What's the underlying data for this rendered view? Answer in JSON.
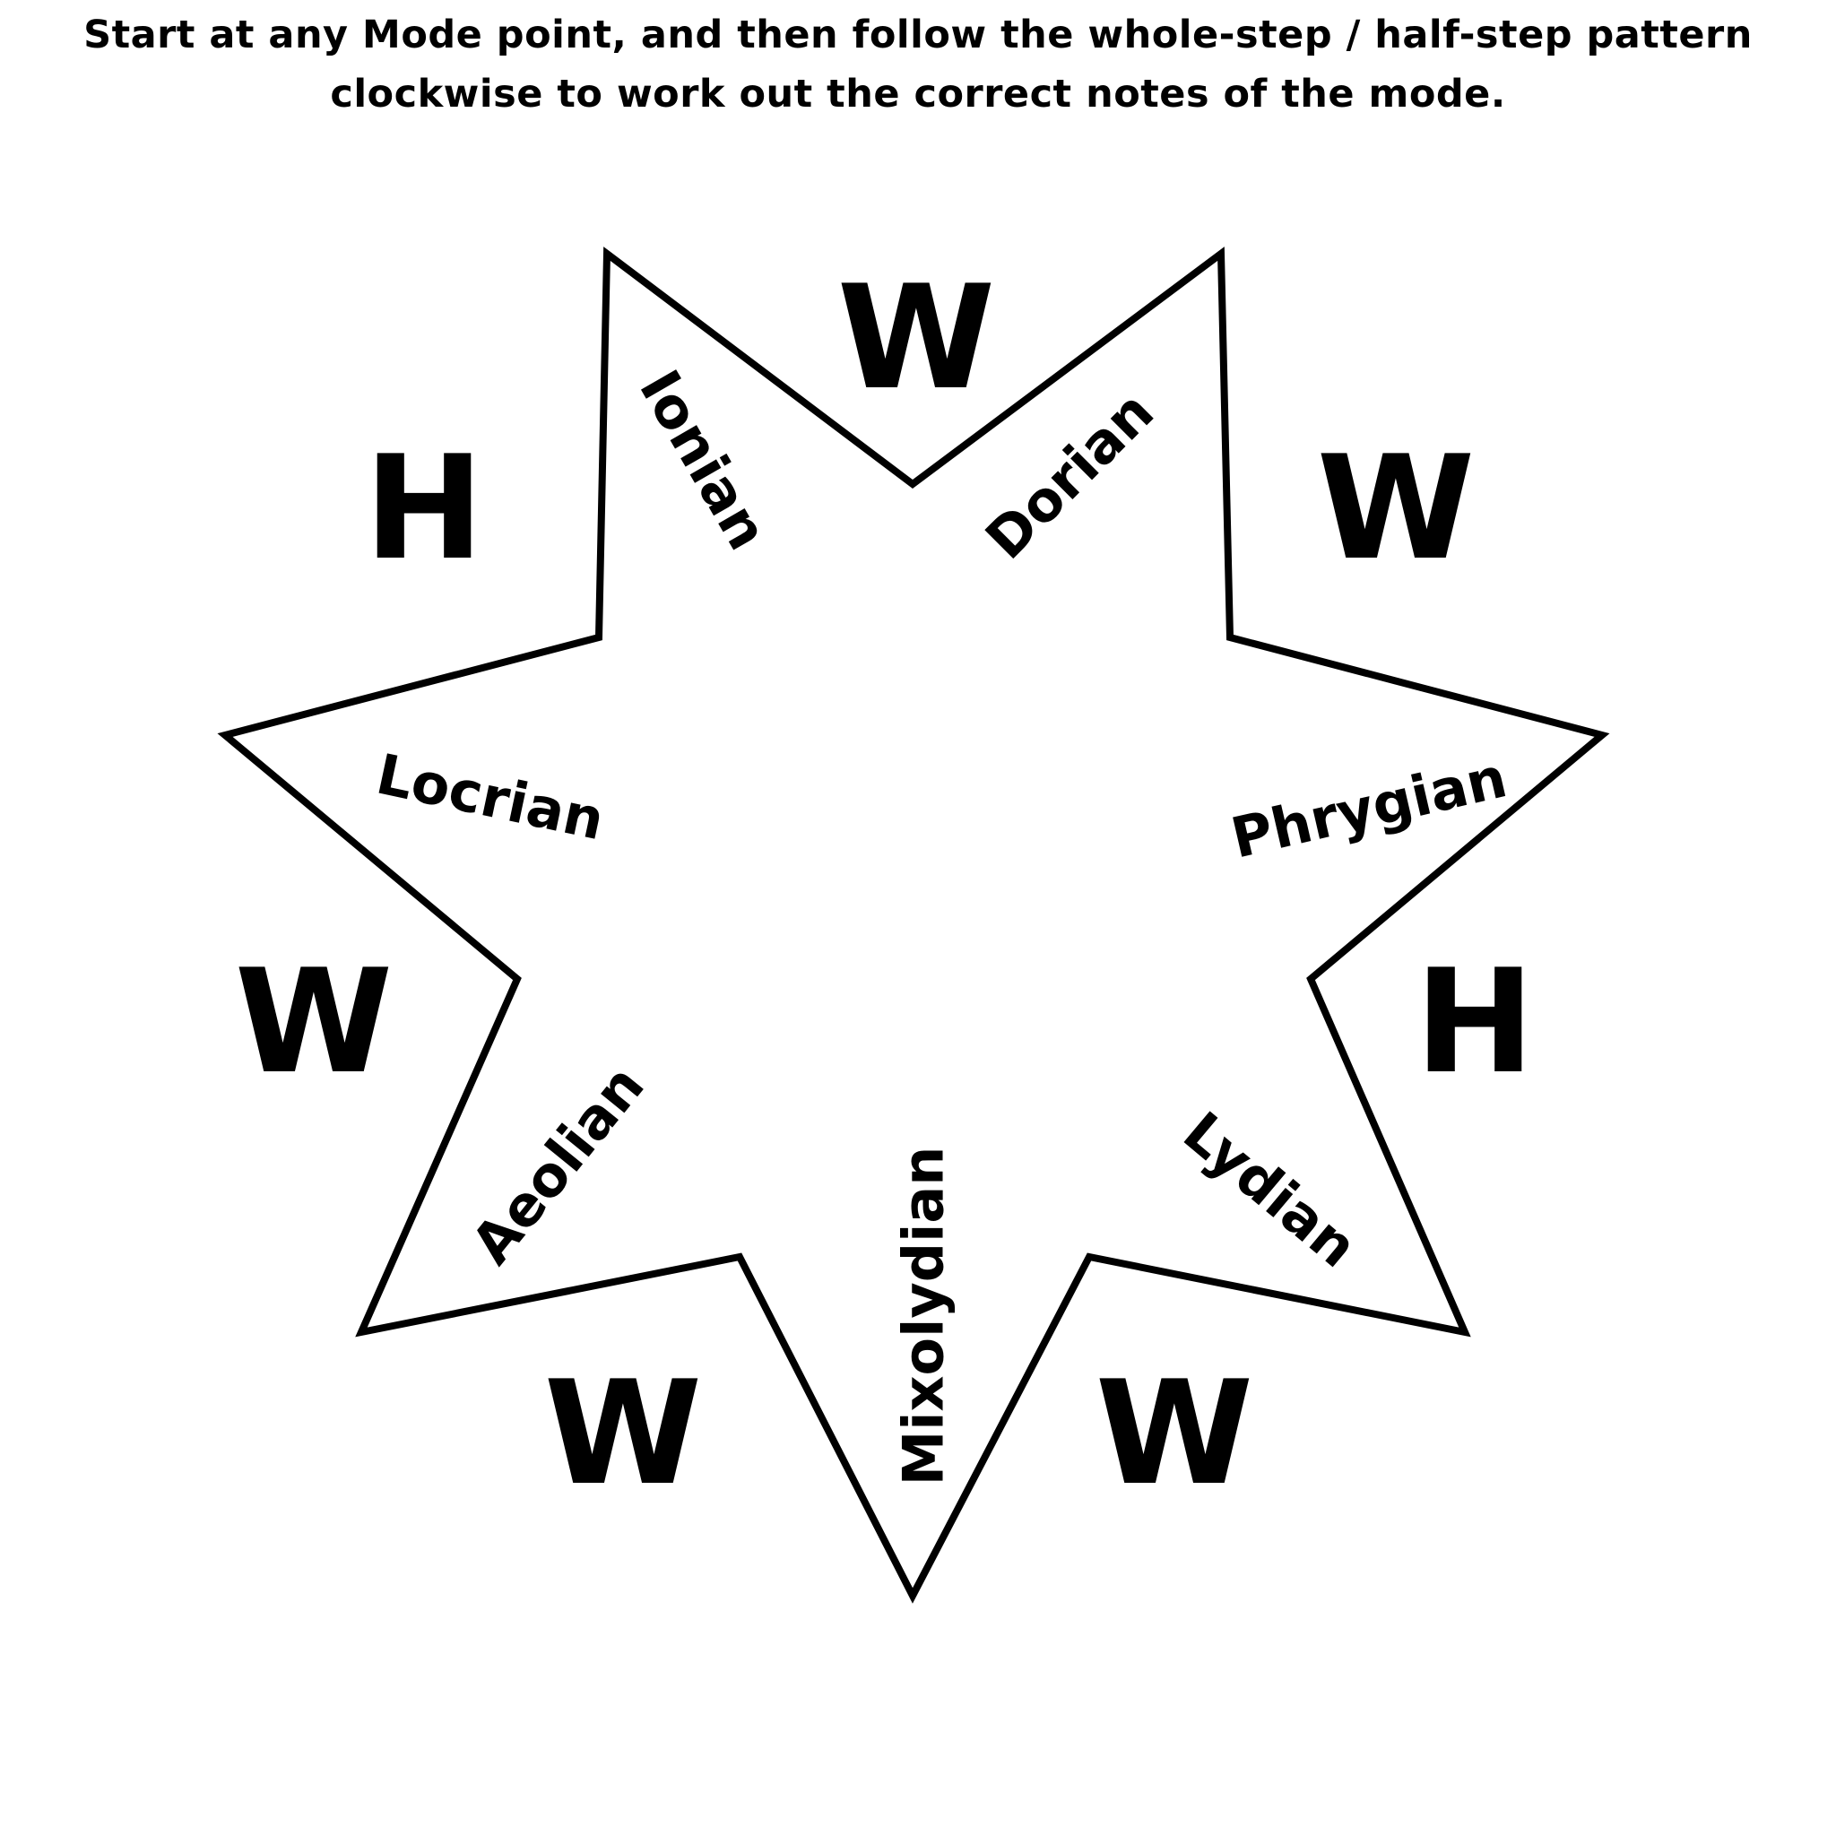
{
  "instructions": {
    "line1": "Start at any Mode point, and then follow the whole-step / half-step pattern",
    "line2": "clockwise to work out the correct notes of the mode."
  },
  "star": {
    "stroke_color": "#000000",
    "fill_color": "#ffffff"
  },
  "modes": {
    "ionian": "Ionian",
    "dorian": "Dorian",
    "phrygian": "Phrygian",
    "lydian": "Lydian",
    "mixolydian": "Mixolydian",
    "aeolian": "Aeolian",
    "locrian": "Locrian"
  },
  "steps": {
    "ionian_dorian": "W",
    "dorian_phrygian": "W",
    "phrygian_lydian": "H",
    "lydian_mixolydian": "W",
    "mixolydian_aeolian": "W",
    "aeolian_locrian": "W",
    "locrian_ionian": "H"
  }
}
